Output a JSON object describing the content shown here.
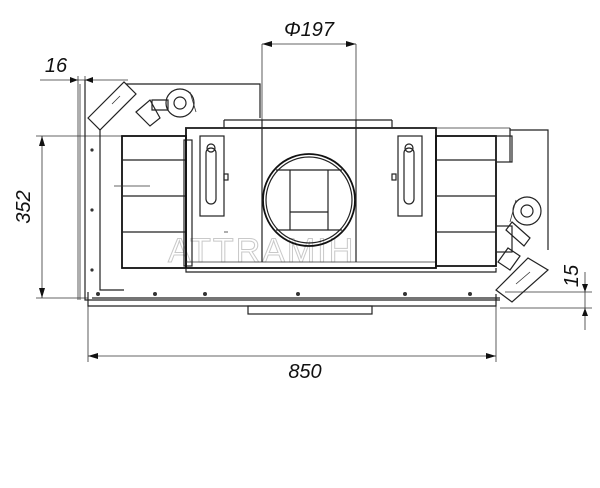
{
  "dimensions": {
    "flue_diameter": "Φ197",
    "side_offset": "16",
    "height": "352",
    "corner_offset": "15",
    "width": "850"
  },
  "watermark": "ATTRAMIH"
}
